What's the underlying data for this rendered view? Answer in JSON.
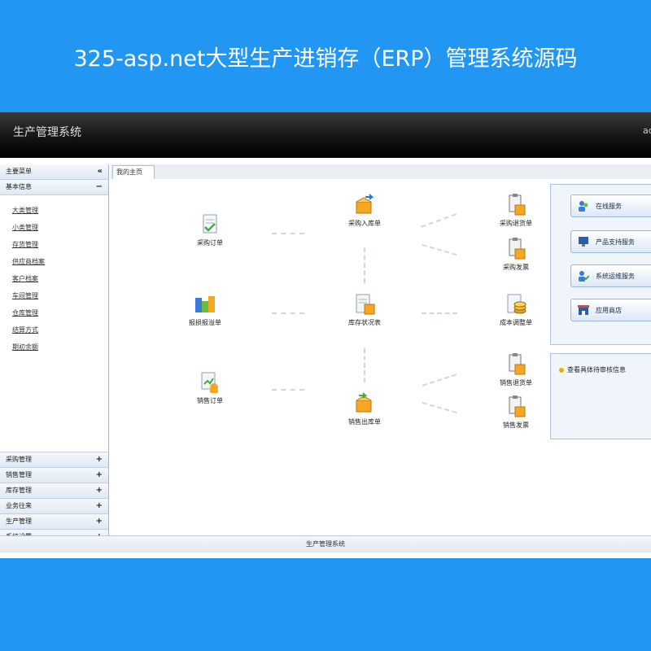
{
  "banner": {
    "title": "325-asp.net大型生产进销存（ERP）管理系统源码"
  },
  "header": {
    "app_title": "生产管理系统",
    "right_text": "ac"
  },
  "sidebar": {
    "main_menu_label": "主要菜单",
    "collapse_symbol": "«",
    "basic_info": {
      "label": "基本信息",
      "symbol": "−",
      "items": [
        "大类管理",
        "小类管理",
        "存货管理",
        "供应商档案",
        "客户档案",
        "车间管理",
        "仓库管理",
        "结算方式",
        "期初余额"
      ]
    },
    "groups": [
      {
        "label": "采购管理",
        "symbol": "+"
      },
      {
        "label": "销售管理",
        "symbol": "+"
      },
      {
        "label": "库存管理",
        "symbol": "+"
      },
      {
        "label": "业务往来",
        "symbol": "+"
      },
      {
        "label": "生产管理",
        "symbol": "+"
      },
      {
        "label": "系统设置",
        "symbol": "+"
      }
    ]
  },
  "tabs": [
    {
      "label": "我的主页"
    }
  ],
  "flow": {
    "purchase_order": "采购订单",
    "purchase_in": "采购入库单",
    "purchase_return": "采购退货单",
    "purchase_invoice": "采购发票",
    "damage_report": "报损报溢单",
    "inventory_status": "库存状况表",
    "cost_adjust": "成本调整单",
    "sales_order": "销售订单",
    "sales_out": "销售出库单",
    "sales_return": "销售退货单",
    "sales_invoice": "销售发票"
  },
  "services": {
    "online": "在线服务",
    "support": "产品支持服务",
    "ops": "系统运维服务",
    "store": "应用商店"
  },
  "audit": {
    "label": "查看具体待审核信息"
  },
  "footer": {
    "text": "生产管理系统"
  },
  "colors": {
    "page_bg": "#2196f3",
    "header_bg": "#111111",
    "panel_bg": "#f0f5fb",
    "accent_orange": "#f5a623"
  },
  "icons": {
    "purchase_order": "document-check-icon",
    "purchase_in": "box-arrow-icon",
    "purchase_return": "clipboard-box-icon",
    "purchase_invoice": "clipboard-box-icon",
    "damage_report": "cubes-icon",
    "inventory_status": "document-box-icon",
    "cost_adjust": "coins-icon",
    "sales_order": "document-chart-icon",
    "sales_out": "box-arrow-icon",
    "sales_return": "clipboard-box-icon",
    "sales_invoice": "clipboard-box-icon",
    "online": "people-icon",
    "support": "monitor-icon",
    "ops": "person-check-icon",
    "store": "shop-icon"
  }
}
